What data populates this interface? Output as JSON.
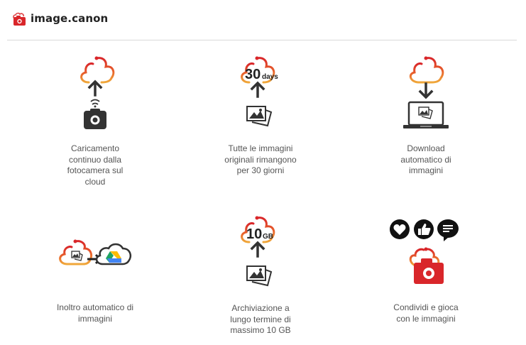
{
  "header": {
    "logo_text": "image.canon",
    "logo_icon": "cloud-camera-icon",
    "brand_color": "#d9262a"
  },
  "colors": {
    "cloud_gradient_top": "#d9262a",
    "cloud_gradient_bottom": "#f0a030",
    "icon_dark": "#333333",
    "caption_text": "#555555"
  },
  "features": [
    {
      "icon": "cloud-upload-camera-icon",
      "caption": "Caricamento continuo dalla fotocamera sul cloud",
      "lines": [
        "Caricamento",
        "continuo dalla",
        "fotocamera sul",
        "cloud"
      ]
    },
    {
      "icon": "cloud-30-days-icon",
      "badge_number": "30",
      "badge_unit": "days",
      "caption": "Tutte le immagini originali rimangono per 30 giorni",
      "lines": [
        "Tutte le immagini",
        "originali rimangono",
        "per 30 giorni"
      ]
    },
    {
      "icon": "cloud-download-laptop-icon",
      "caption": "Download automatico di immagini",
      "lines": [
        "Download",
        "automatico di",
        "immagini"
      ]
    },
    {
      "icon": "cloud-forward-google-drive-icon",
      "caption": "Inoltro automatico di immagini",
      "lines": [
        "Inoltro automatico di",
        "immagini"
      ]
    },
    {
      "icon": "cloud-10-gb-icon",
      "badge_number": "10",
      "badge_unit": "GB",
      "caption": "Archiviazione a lungo termine di massimo 10 GB",
      "lines": [
        "Archiviazione a",
        "lungo termine di",
        "massimo 10 GB"
      ]
    },
    {
      "icon": "share-social-camera-icon",
      "caption": "Condividi e gioca con le immagini",
      "lines": [
        "Condividi e gioca",
        "con le immagini"
      ]
    }
  ]
}
